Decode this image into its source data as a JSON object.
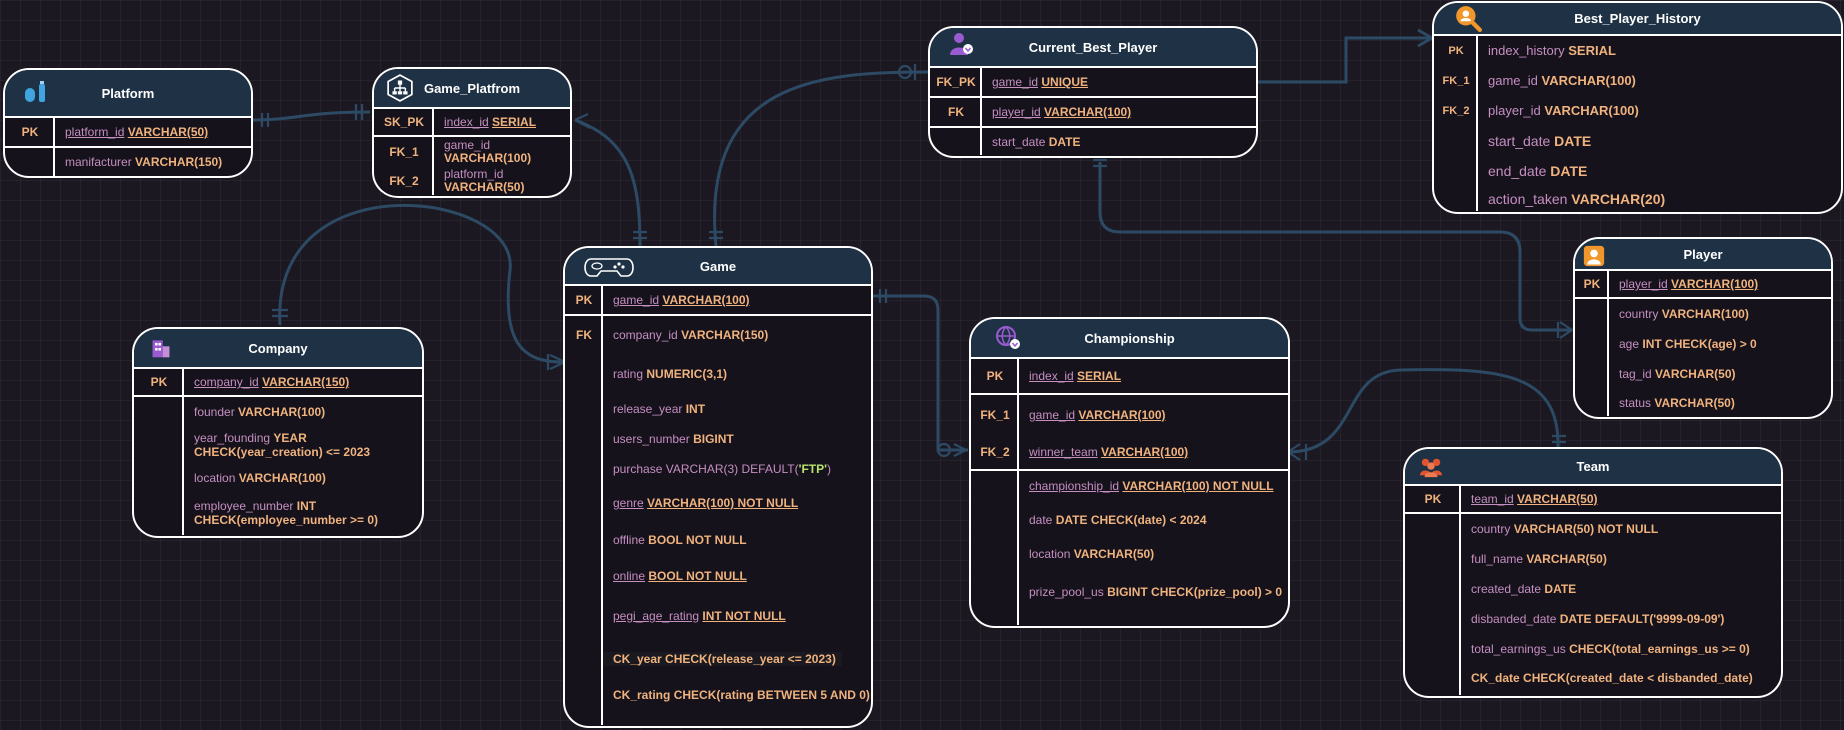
{
  "diagram": {
    "colors": {
      "background": "#1b1822",
      "header": "#1e3145",
      "border": "#ffffff",
      "edge": "#2d4a65",
      "key": "#f0b37e",
      "field": "#c58fc0"
    }
  },
  "entities": {
    "platform": {
      "title": "Platform",
      "icon": "controller-pencil-icon",
      "rows": [
        {
          "key": "PK",
          "name": "platform_id",
          "type": "VARCHAR(50)"
        },
        {
          "key": "",
          "name": "manifacturer",
          "type": "VARCHAR(150)"
        }
      ]
    },
    "game_platfrom": {
      "title": "Game_Platfrom",
      "icon": "hierarchy-icon",
      "rows": [
        {
          "key": "SK_PK",
          "name": "index_id",
          "type": "SERIAL"
        },
        {
          "key": "FK_1",
          "name": "game_id",
          "type": "VARCHAR(100)"
        },
        {
          "key": "FK_2",
          "name": "platform_id",
          "type": "VARCHAR(50)"
        }
      ]
    },
    "current_best_player": {
      "title": "Current_Best_Player",
      "icon": "user-heart-icon",
      "rows": [
        {
          "key": "FK_PK",
          "name": "game_id",
          "type": "UNIQUE"
        },
        {
          "key": "FK",
          "name": "player_id",
          "type": "VARCHAR(100)"
        },
        {
          "key": "",
          "name": "start_date",
          "type": "DATE"
        }
      ]
    },
    "best_player_history": {
      "title": "Best_Player_History",
      "icon": "user-search-icon",
      "rows": [
        {
          "key": "PK",
          "name": "index_history",
          "type": "SERIAL"
        },
        {
          "key": "FK_1",
          "name": "game_id",
          "type": "VARCHAR(100)"
        },
        {
          "key": "FK_2",
          "name": "player_id",
          "type": "VARCHAR(100)"
        },
        {
          "key": "",
          "name": "start_date",
          "type": "DATE"
        },
        {
          "key": "",
          "name": "end_date",
          "type": "DATE"
        },
        {
          "key": "",
          "name": "action_taken",
          "type": "VARCHAR(20)"
        }
      ]
    },
    "player": {
      "title": "Player",
      "icon": "user-badge-icon",
      "rows": [
        {
          "key": "PK",
          "name": "player_id",
          "type": "VARCHAR(100)"
        },
        {
          "key": "",
          "name": "country",
          "type": "VARCHAR(100)"
        },
        {
          "key": "",
          "name": "age",
          "type": "INT CHECK(age) > 0"
        },
        {
          "key": "",
          "name": "tag_id",
          "type": "VARCHAR(50)"
        },
        {
          "key": "",
          "name": "status",
          "type": "VARCHAR(50)"
        }
      ]
    },
    "company": {
      "title": "Company",
      "icon": "building-icon",
      "rows": [
        {
          "key": "PK",
          "name": "company_id",
          "type": "VARCHAR(150)"
        },
        {
          "key": "",
          "name": "founder",
          "type": "VARCHAR(100)"
        },
        {
          "key": "",
          "name": "year_founding",
          "type": "YEAR",
          "cont": "CHECK(year_creation) <= 2023"
        },
        {
          "key": "",
          "name": "location",
          "type": "VARCHAR(100)"
        },
        {
          "key": "",
          "name": "employee_number",
          "type": "INT",
          "cont": "CHECK(employee_number >= 0)"
        }
      ]
    },
    "game": {
      "title": "Game",
      "icon": "gamepad-icon",
      "rows": [
        {
          "key": "PK",
          "name": "game_id",
          "type": "VARCHAR(100)"
        },
        {
          "key": "FK",
          "name": "company_id",
          "type": "VARCHAR(150)"
        },
        {
          "key": "",
          "name": "rating",
          "type": "NUMERIC(3,1)"
        },
        {
          "key": "",
          "name": "release_year",
          "type": "INT"
        },
        {
          "key": "",
          "name": "users_number",
          "type": "BIGINT"
        },
        {
          "key": "",
          "name": "purchase",
          "type": "VARCHAR(3) DEFAULT(",
          "extra": "'FTP'",
          "tail": ")"
        },
        {
          "key": "",
          "name": "genre",
          "type": "VARCHAR(100) NOT NULL"
        },
        {
          "key": "",
          "name": "offline",
          "type": "BOOL NOT NULL"
        },
        {
          "key": "",
          "name": "online",
          "type": "BOOL NOT NULL"
        },
        {
          "key": "",
          "name": "pegi_age_rating",
          "type": "INT NOT NULL"
        },
        {
          "key": "",
          "name": "CK_year",
          "type": "CHECK(release_year  <= 2023)"
        },
        {
          "key": "",
          "name": "CK_rating",
          "type": "CHECK(rating BETWEEN 5 AND 0)"
        }
      ]
    },
    "championship": {
      "title": "Championship",
      "icon": "globe-heart-icon",
      "rows": [
        {
          "key": "PK",
          "name": "index_id",
          "type": "SERIAL"
        },
        {
          "key": "FK_1",
          "name": "game_id",
          "type": "VARCHAR(100)"
        },
        {
          "key": "FK_2",
          "name": "winner_team",
          "type": "VARCHAR(100)"
        },
        {
          "key": "",
          "name": "championship_id",
          "type": "VARCHAR(100) NOT NULL"
        },
        {
          "key": "",
          "name": "date",
          "type": "DATE CHECK(date) < 2024"
        },
        {
          "key": "",
          "name": "location",
          "type": "VARCHAR(50)"
        },
        {
          "key": "",
          "name": "prize_pool_us",
          "type": "BIGINT CHECK(prize_pool) > 0"
        }
      ]
    },
    "team": {
      "title": "Team",
      "icon": "team-icon",
      "rows": [
        {
          "key": "PK",
          "name": "team_id",
          "type": "VARCHAR(50)"
        },
        {
          "key": "",
          "name": "country",
          "type": "VARCHAR(50) NOT NULL"
        },
        {
          "key": "",
          "name": "full_name",
          "type": "VARCHAR(50)"
        },
        {
          "key": "",
          "name": "created_date",
          "type": "DATE"
        },
        {
          "key": "",
          "name": "disbanded_date",
          "type": "DATE DEFAULT('9999-09-09')"
        },
        {
          "key": "",
          "name": "total_earnings_us",
          "type": "CHECK(total_earnings_us >= 0)"
        },
        {
          "key": "",
          "name": "CK_date",
          "type": "CHECK(created_date < disbanded_date)"
        }
      ]
    }
  }
}
